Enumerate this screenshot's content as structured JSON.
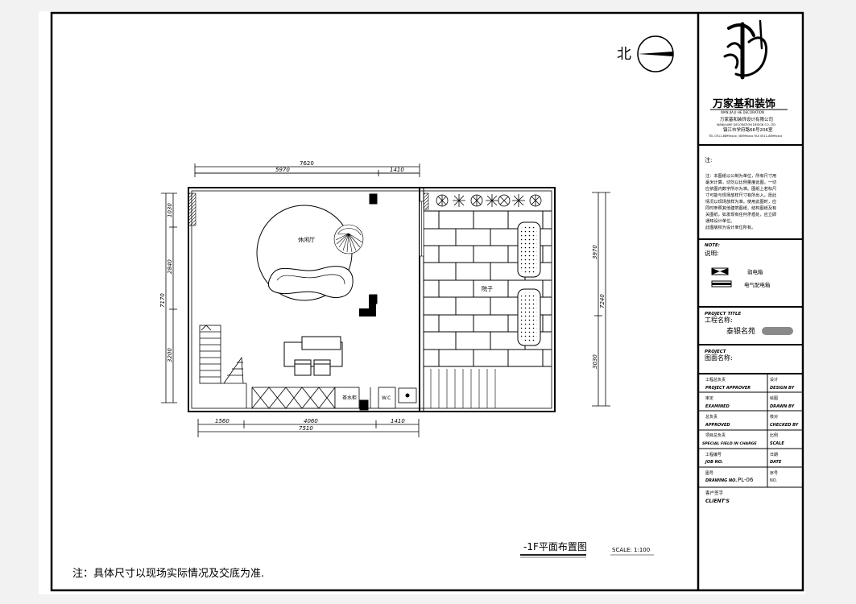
{
  "north_label": "北",
  "dims": {
    "top_total": "7620",
    "top_left": "5970",
    "top_right": "1410",
    "bottom_a": "1560",
    "bottom_b": "4060",
    "bottom_c": "1410",
    "bottom_total": "7510",
    "left_a": "1030",
    "left_b": "2840",
    "left_c": "3200",
    "left_total": "7170",
    "right_a": "3970",
    "right_total": "7240",
    "right_b": "3030"
  },
  "rooms": {
    "lounge": "休闲厅",
    "yard": "院子",
    "tea_cabinet": "茶水柜",
    "wc": "W.C"
  },
  "footer": {
    "note": "注：具体尺寸以现场实际情况及交底为准.",
    "drawing_title": "-1F平面布置图",
    "scale": "SCALE: 1:100"
  },
  "company": {
    "name_cn": "万家基和装饰",
    "name_en": "WAN JIA JI HE DECORATION",
    "name_full": "万家基和装饰设计有限公司",
    "en_sub": "WANJIAJIHE DECORATION DESIGN CO. LTD",
    "address": "镇江市学府路66号206室",
    "tel": "TEL 0511-8899xxxx / 8899xxxx   FAX 0511-8899xxxx"
  },
  "notes": {
    "heading": "注:",
    "lines": [
      "注：本图纸以公制为单位，所有尺寸用",
      "毫米计算，切勿以比例量度此图，一切",
      "应依图内数字所示为准。图纸上若标尺",
      "寸可能与现场放样尺寸有所出入，愿此",
      "情况以现场放样为准。使用此图时，应",
      "同时参照其他建筑图纸、结构图纸及有",
      "关图纸，如发现有任何矛盾处，应立即",
      "通知设计单位。",
      "此图版权为设计单位所有。"
    ]
  },
  "legend": {
    "title_en": "NOTE:",
    "title_cn": "说明:",
    "weak_box": "弱电箱",
    "electric_box": "电气配电箱"
  },
  "project": {
    "title_en": "PROJECT TITLE",
    "title_cn": "工程名称:",
    "name": "泰银名苑",
    "drawing_en": "PROJECT",
    "drawing_cn": "图面名称:"
  },
  "title_block": [
    {
      "cn": "工程总负责",
      "en": "PROJECT APPROVER",
      "cn2": "设计",
      "en2": "DESIGN BY",
      "val": ""
    },
    {
      "cn": "审定",
      "en": "EXAMINED",
      "cn2": "绘图",
      "en2": "DRAWN BY",
      "val": ""
    },
    {
      "cn": "总负责",
      "en": "APPROVED",
      "cn2": "核对",
      "en2": "CHECKED BY",
      "val": ""
    },
    {
      "cn": "项目总负责",
      "en": "SPECIAL FIELD IN CHARGE",
      "cn2": "比例",
      "en2": "SCALE",
      "val": ""
    },
    {
      "cn": "工程编号",
      "en": "JOB NO.",
      "cn2": "日期",
      "en2": "DATE",
      "val": ""
    },
    {
      "cn": "图号",
      "en": "DRAWING NO.",
      "cn2": "序号",
      "en2": "NO.",
      "val": "PL-06"
    }
  ],
  "client": {
    "cn": "客户签字",
    "en": "CLIENT'S"
  }
}
